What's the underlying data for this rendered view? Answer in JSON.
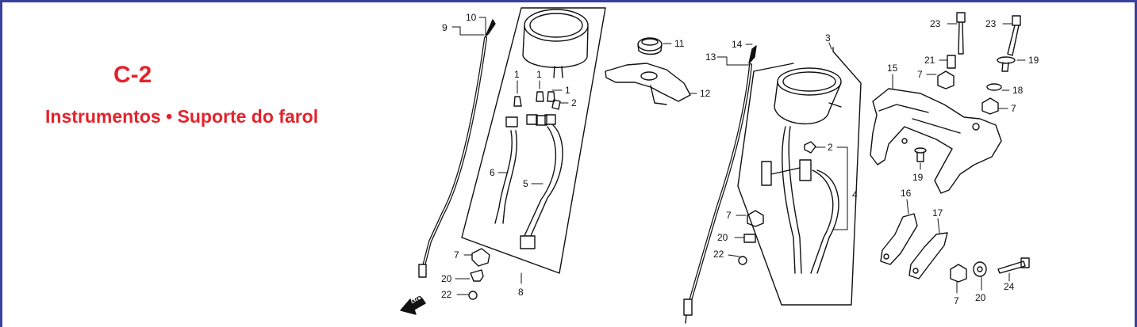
{
  "section": {
    "code": "C-2",
    "title": "Instrumentos • Suporte do farol"
  },
  "direction": {
    "label": "FWD"
  },
  "callouts": [
    "10",
    "9",
    "11",
    "12",
    "1",
    "1",
    "1",
    "2",
    "6",
    "5",
    "7",
    "20",
    "22",
    "8",
    "14",
    "13",
    "3",
    "2",
    "4",
    "7",
    "20",
    "22",
    "23",
    "23",
    "21",
    "19",
    "7",
    "15",
    "18",
    "7",
    "19",
    "16",
    "17",
    "7",
    "20",
    "24"
  ],
  "colors": {
    "border": "#3b3f9e",
    "title": "#e3232c",
    "line": "#111111"
  }
}
